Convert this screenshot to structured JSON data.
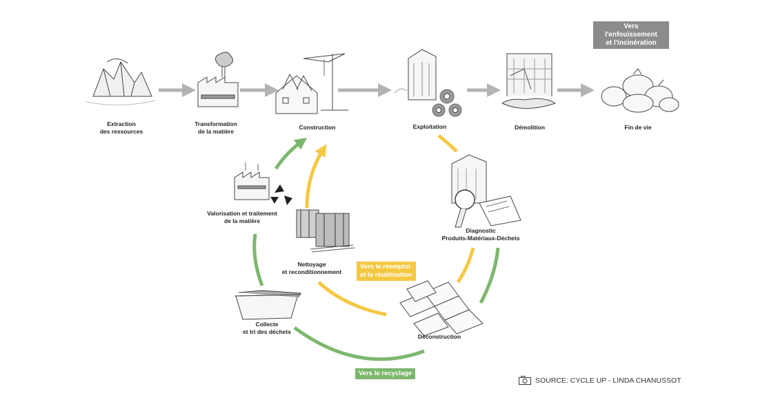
{
  "linear_flow": {
    "stages": [
      {
        "id": "extraction",
        "line1": "Extraction",
        "line2": "des ressources",
        "icon": "rocks-mining-icon"
      },
      {
        "id": "transformation",
        "line1": "Transformation",
        "line2": "de la matière",
        "icon": "factory-icon"
      },
      {
        "id": "construction",
        "line1": "Construction",
        "line2": "",
        "icon": "construction-crane-house-icon"
      },
      {
        "id": "exploitation",
        "line1": "Exploitation",
        "line2": "",
        "icon": "building-gears-icon"
      },
      {
        "id": "demolition",
        "line1": "Démolition",
        "line2": "",
        "icon": "demolished-building-icon"
      },
      {
        "id": "fin_de_vie",
        "line1": "Fin de vie",
        "line2": "",
        "icon": "garbage-bags-icon"
      }
    ]
  },
  "circular_flow": {
    "nodes": [
      {
        "id": "diagnostic",
        "line1": "Diagnostic",
        "line2": "Produits-Matériaux-Déchets",
        "icon": "magnifier-building-icon"
      },
      {
        "id": "deconstruction",
        "line1": "Déconstruction",
        "line2": "",
        "icon": "stacked-bricks-icon"
      },
      {
        "id": "nettoyage",
        "line1": "Nettoyage",
        "line2": "et reconditionnement",
        "icon": "pallets-icon"
      },
      {
        "id": "collecte",
        "line1": "Collecte",
        "line2": "et tri des déchets",
        "icon": "dumpster-icon"
      },
      {
        "id": "valorisation",
        "line1": "Valorisation et traitement",
        "line2": "de la matière",
        "icon": "recycling-factory-icon"
      }
    ]
  },
  "tags": {
    "landfill": {
      "line1": "Vers",
      "line2": "l'enfouissement",
      "line3": "et l'incinération"
    },
    "reuse": {
      "line1": "Vers le réemploi",
      "line2": "et la réutilisation"
    },
    "recycling": {
      "label": "Vers le recyclage"
    }
  },
  "colors": {
    "linear_arrow": "#b3b3b3",
    "reuse_loop": "#f5c842",
    "recycling_loop": "#7db76e",
    "landfill_tag": "#8c8c8c"
  },
  "source": {
    "text": "SOURCE: CYCLE UP - LINDA CHANUSSOT",
    "icon": "camera-icon"
  }
}
